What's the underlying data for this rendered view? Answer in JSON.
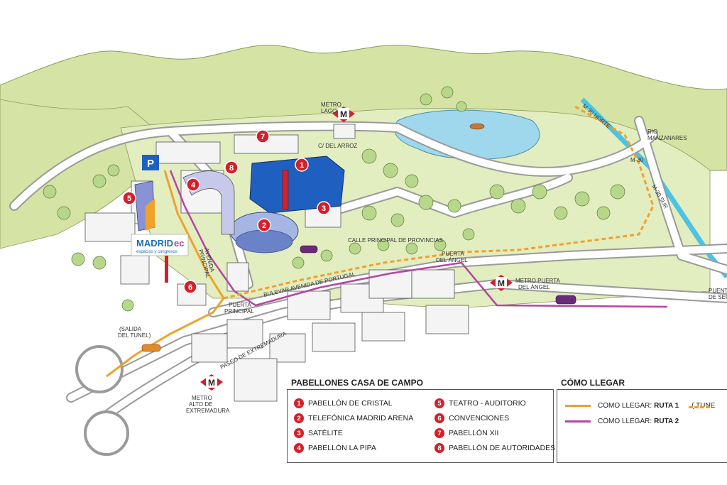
{
  "colors": {
    "hills": "#d5e3a4",
    "grass": "#e2edc0",
    "road": "#ffffff",
    "route1": "#f0a12a",
    "route2": "#b545a0",
    "marker": "#d4202a",
    "water": "#9fd7ec",
    "river": "#4dc3e3"
  },
  "map_labels": {
    "metro_lago": [
      "METRO",
      "LAGO"
    ],
    "calle_arroz": "C/ DEL ARROZ",
    "m30_norte": "M-30 NORTE",
    "m30": "M-30",
    "m30_sur": "M-30 SUR",
    "rio": [
      "RIO",
      "MANZANARES"
    ],
    "avenida_principal": [
      "AVENIDA",
      "PRINCIPAL"
    ],
    "calle_provincias": "CALLE PRINCIPAL DE PROVINCIAS",
    "puerta_angel": [
      "PUERTA",
      "DEL ÁNGEL"
    ],
    "metro_puerta_angel": [
      "METRO PUERTA",
      "DEL ÁNGEL"
    ],
    "puente": [
      "PUENTE",
      "DE SEG"
    ],
    "bulevar": "BULEVAR AVENIDA DE PORTUGAL",
    "puerta_principal": [
      "PUERTA",
      "PRINCIPAL"
    ],
    "salida_tunel": [
      "(SALIDA",
      "DEL TUNEL)"
    ],
    "paseo": "PASEO DE EXTREMADURA",
    "metro_alto": [
      "METRO",
      "ALTO DE",
      "EXTREMADURA"
    ],
    "metro_symbol": "M",
    "parking": "P",
    "logo_text": "MADRID",
    "logo_ec": "ec",
    "logo_sub": "espacios y congresos"
  },
  "map_markers": [
    "1",
    "2",
    "3",
    "4",
    "5",
    "6",
    "7",
    "8"
  ],
  "legend_pabellones": {
    "title": "PABELLONES CASA DE CAMPO",
    "items": [
      {
        "num": "1",
        "label": "PABELLÓN DE CRISTAL"
      },
      {
        "num": "2",
        "label": "TELEFÓNICA MADRID ARENA"
      },
      {
        "num": "3",
        "label": "SATÉLITE"
      },
      {
        "num": "4",
        "label": "PABELLÓN LA PIPA"
      },
      {
        "num": "5",
        "label": "TEATRO - AUDITORIO"
      },
      {
        "num": "6",
        "label": "CONVENCIONES"
      },
      {
        "num": "7",
        "label": "PABELLÓN XII"
      },
      {
        "num": "8",
        "label": "PABELLÓN DE AUTORIDADES"
      }
    ]
  },
  "legend_llegar": {
    "title": "CÓMO LLEGAR",
    "route1_prefix": "COMO LLEGAR: ",
    "route1_bold": "RUTA 1",
    "route1_tunel": "( TUNE",
    "route2_prefix": "COMO LLEGAR: ",
    "route2_bold": "RUTA 2"
  }
}
